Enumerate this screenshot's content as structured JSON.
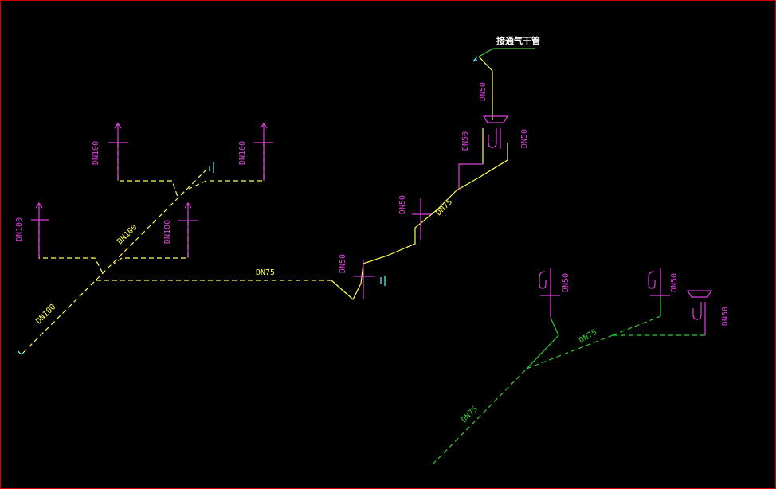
{
  "colors": {
    "background": "#000000",
    "frame": "#d40000",
    "pipe_yellow": "#ffff55",
    "pipe_green": "#33cc33",
    "fixture_magenta": "#e040e0",
    "label_white": "#ffffff",
    "cleanout_cyan": "#55ffff"
  },
  "labels": {
    "vent_header": "接通气干管",
    "dn100_a": "DN100",
    "dn100_b": "DN100",
    "dn100_c": "DN100",
    "dn100_d": "DN100",
    "dn100_main": "DN100",
    "dn100_lower": "DN100",
    "dn75_horizontal": "DN75",
    "dn50_near_cleanout": "DN50",
    "dn50_riser_top": "DN50",
    "dn50_riser_left": "DN50",
    "dn50_riser_right": "DN50",
    "dn50_mid": "DN50",
    "dn75_diag": "DN75",
    "dn50_green_a": "DN50",
    "dn50_green_b": "DN50",
    "dn50_green_c": "DN50",
    "dn75_green_upper": "DN75",
    "dn75_green_lower": "DN75"
  }
}
